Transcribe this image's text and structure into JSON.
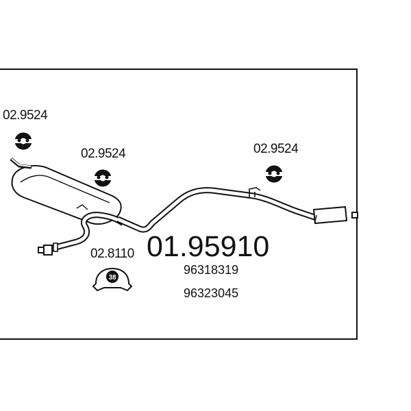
{
  "diagram": {
    "main_part_number": "01.95910",
    "oe_numbers": [
      "96318319",
      "96323045"
    ],
    "part_labels": {
      "hanger_a": "02.9524",
      "hanger_b": "02.9524",
      "hanger_c": "02.9524",
      "clamp": "02.8110"
    },
    "clamp_size": "38"
  }
}
